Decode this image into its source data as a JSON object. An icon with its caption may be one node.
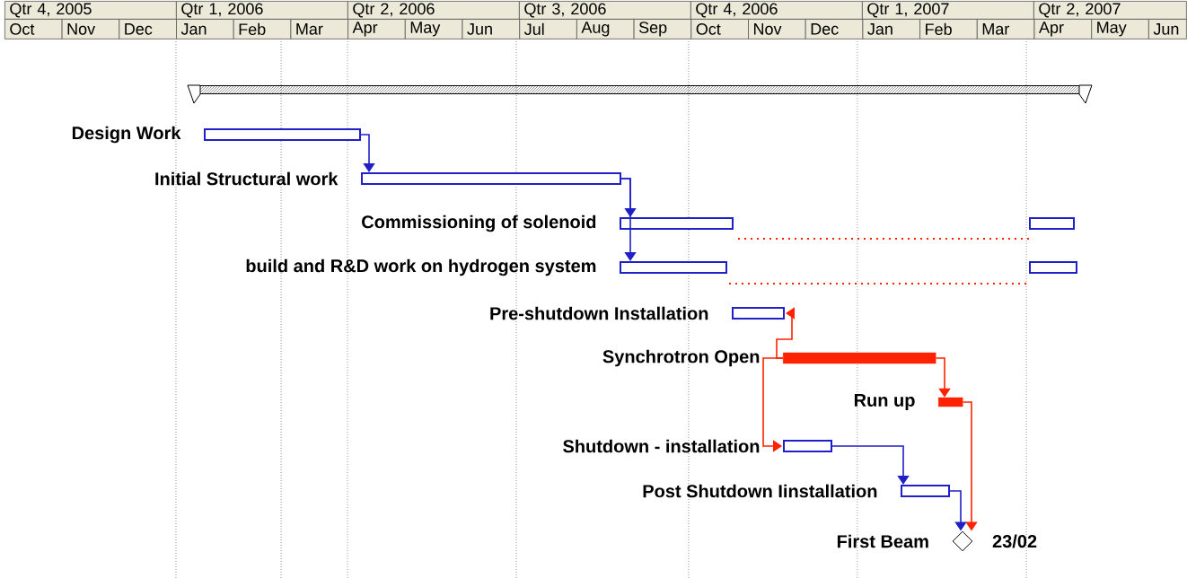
{
  "diagram": {
    "nodes": [
      {
        "text": [],
        "shape": "bar"
      },
      {
        "text": [
          "Design Work"
        ]
      },
      {
        "text": [
          "Initial Structural work"
        ]
      },
      {
        "text": [
          "Commissioning of solenoid"
        ]
      },
      {
        "text": [
          "build and R&D work on hydrogen system"
        ]
      },
      {
        "text": [
          "Pre-shutdown Installation"
        ]
      },
      {
        "text": [
          "Synchrotron Open"
        ]
      },
      {
        "text": [
          "Run up"
        ]
      },
      {
        "text": [
          "Shutdown - installation"
        ]
      },
      {
        "text": [
          "Post Shutdown Iinstallation"
        ]
      },
      {
        "text": [
          "First Beam"
        ],
        "beside": [
          "23/02"
        ]
      }
    ],
    "edges": [
      {
        "from": 1,
        "to": 2,
        "arrow": "to"
      },
      {
        "from": 2,
        "to": 3,
        "arrow": "to"
      },
      {
        "from": 2,
        "to": 4,
        "arrow": "to"
      },
      {
        "from": 6,
        "to": 5,
        "arrow": "to",
        "color": "#ff2200"
      },
      {
        "from": 6,
        "to": 7,
        "arrow": "to",
        "color": "#ff2200"
      },
      {
        "from": 6,
        "to": 8,
        "arrow": "to",
        "color": "#ff2200"
      },
      {
        "from": 8,
        "to": 9,
        "arrow": "to"
      },
      {
        "from": 9,
        "to": 10,
        "arrow": "to"
      },
      {
        "from": 7,
        "to": 10,
        "arrow": "to",
        "color": "#ff2200"
      }
    ],
    "labels": [
      "Qtr 4, 2005",
      "Qtr 1, 2006",
      "Qtr 2, 2006",
      "Qtr 3, 2006",
      "Qtr 4, 2006",
      "Qtr 1, 2007",
      "Qtr 2, 2007",
      "Oct",
      "Nov",
      "Dec",
      "Jan",
      "Feb",
      "Mar",
      "Apr",
      "May",
      "Jun",
      "Jul",
      "Aug",
      "Sep",
      "Oct",
      "Nov",
      "Dec",
      "Jan",
      "Feb",
      "Mar",
      "Apr",
      "May",
      "Jun"
    ]
  }
}
